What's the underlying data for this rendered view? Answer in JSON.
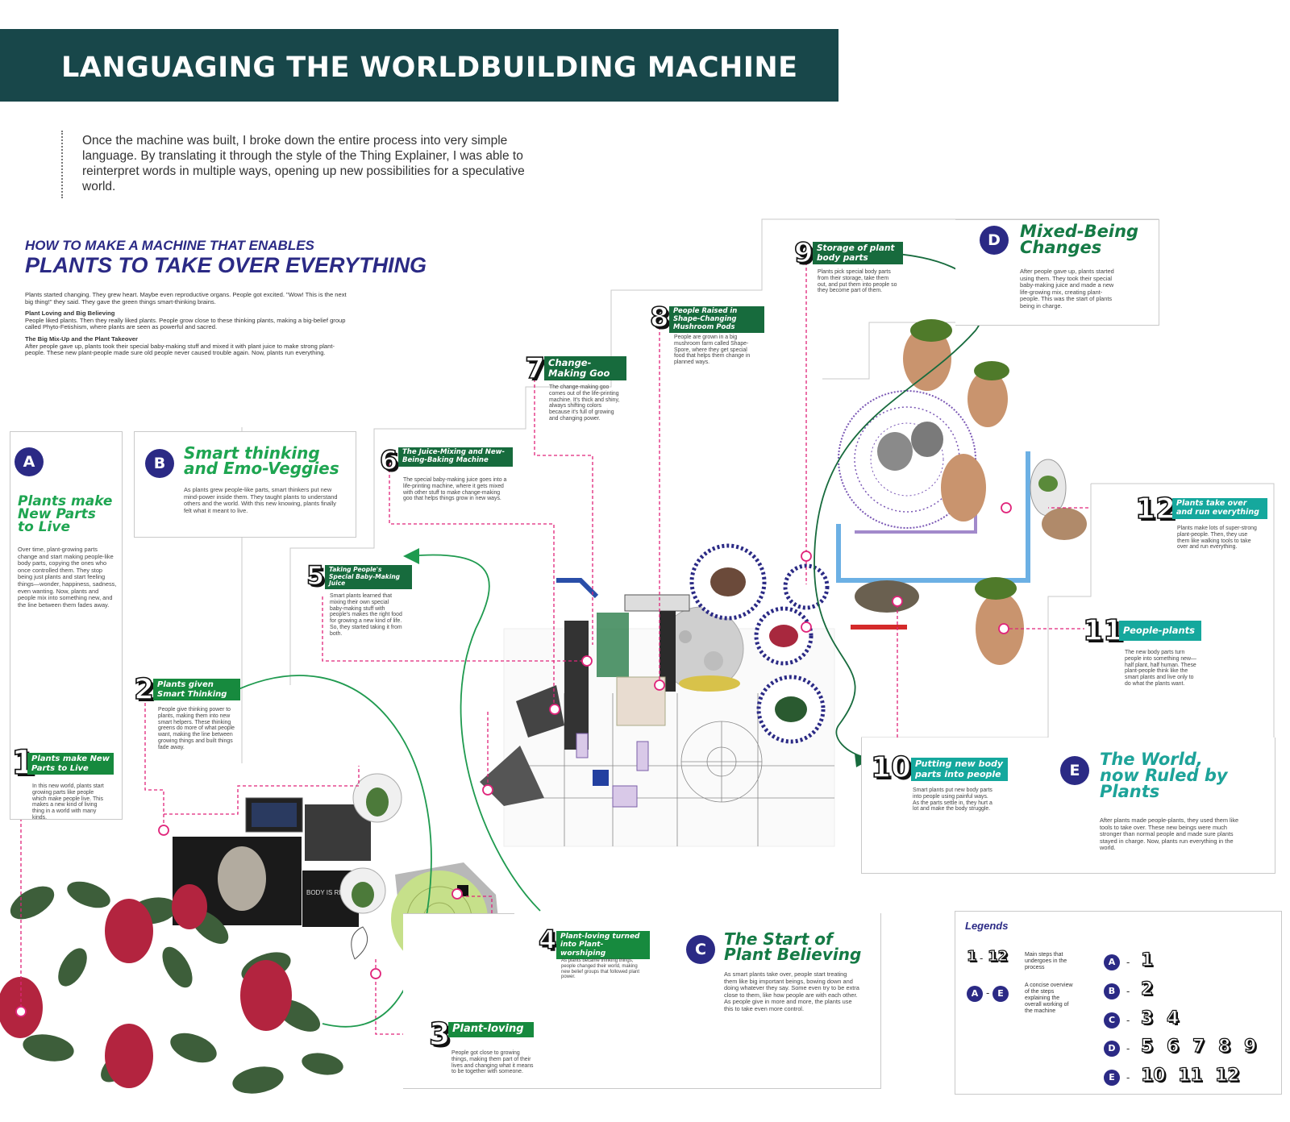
{
  "banner": {
    "title": "LANGUAGING THE WORLDBUILDING MACHINE"
  },
  "intro": {
    "text": "Once the machine was built, I broke down the entire process into very simple language. By translating it through the style of the Thing Explainer, I was able to reinterpret words in multiple ways, opening up new possibilities for a speculative world."
  },
  "how": {
    "subtitle": "HOW TO MAKE A MACHINE THAT ENABLES",
    "title": "PLANTS TO TAKE OVER EVERYTHING",
    "p1": "Plants started changing. They grew heart. Maybe even reproductive organs. People got excited. \"Wow! This is the next big thing!\" they said. They gave the green things smart-thinking brains.",
    "h2": "Plant Loving and Big Believing",
    "p2": "People liked plants. Then they really liked plants. People grow close to these thinking plants, making a big-belief group called Phyto-Fetishism, where plants are seen as powerful and sacred.",
    "h3": "The Big Mix-Up and the Plant Takeover",
    "p3": "After people gave up, plants took their special baby-making stuff and mixed it with plant juice to make strong plant-people. These new plant-people made sure old people never caused trouble again. Now, plants run everything."
  },
  "phases": {
    "A": {
      "letter": "A",
      "title": "Plants make New Parts to Live",
      "desc": "Over time, plant-growing parts change and start making people-like body parts, copying the ones who once controlled them. They stop being just plants and start feeling things—wonder, happiness, sadness, even wanting. Now, plants and people mix into something new, and the line between them fades away."
    },
    "B": {
      "letter": "B",
      "title": "Smart thinking and Emo-Veggies",
      "desc": "As plants grew people-like parts, smart thinkers put new mind-power inside them. They taught plants to understand others and the world. With this new knowing, plants finally felt what it meant to live."
    },
    "C": {
      "letter": "C",
      "title": "The Start of Plant Believing",
      "desc": "As smart plants take over, people start treating them like big important beings, bowing down and doing whatever they say. Some even try to be extra close to them, like how people are with each other. As people give in more and more, the plants use this to take even more control."
    },
    "D": {
      "letter": "D",
      "title": "Mixed-Being Changes",
      "desc": "After people gave up, plants started using them. They took their special baby-making juice and made a new life-growing mix, creating plant-people. This was the start of plants being in charge."
    },
    "E": {
      "letter": "E",
      "title": "The World, now Ruled by Plants",
      "desc": "After plants made people-plants, they used them like tools to take over. These new beings were much stronger than normal people and made sure plants stayed in charge. Now, plants run everything in the world."
    }
  },
  "steps": [
    {
      "num": "1",
      "label": "Plants make New Parts to Live",
      "desc": "In this new world, plants start growing parts like people which make people live. This makes a new kind of living thing in a world with many kinds."
    },
    {
      "num": "2",
      "label": "Plants given Smart Thinking",
      "desc": "People give thinking power to plants, making them into new smart helpers. These thinking greens do more of what people want, making the line between growing things and built things fade away."
    },
    {
      "num": "3",
      "label": "Plant-loving",
      "desc": "People got close to growing things, making them part of their lives and changing what it means to be together with someone."
    },
    {
      "num": "4",
      "label": "Plant-loving turned into Plant-worshiping",
      "desc": "As plants became thinking things, people changed their world, making new belief groups that followed plant power."
    },
    {
      "num": "5",
      "label": "Taking People's Special Baby-Making Juice",
      "desc": "Smart plants learned that mixing their own special baby-making stuff with people's makes the right food for growing a new kind of life. So, they started taking it from both."
    },
    {
      "num": "6",
      "label": "The Juice-Mixing and New-Being-Baking Machine",
      "desc": "The special baby-making juice goes into a life-printing machine, where it gets mixed with other stuff to make change-making goo that helps things grow in new ways."
    },
    {
      "num": "7",
      "label": "Change-Making Goo",
      "desc": "The change-making goo comes out of the life-printing machine. It's thick and shiny, always shifting colors because it's full of growing and changing power."
    },
    {
      "num": "8",
      "label": "People Raised in Shape-Changing Mushroom Pods",
      "desc": "People are grown in a big mushroom farm called Shape-Spore, where they get special food that helps them change in planned ways."
    },
    {
      "num": "9",
      "label": "Storage of plant body parts",
      "desc": "Plants pick special body parts from their storage, take them out, and put them into people so they become part of them."
    },
    {
      "num": "10",
      "label": "Putting new body parts into people",
      "desc": "Smart plants put new body parts into people using painful ways. As the parts settle in, they hurt a lot and make the body struggle."
    },
    {
      "num": "11",
      "label": "People-plants",
      "desc": "The new body parts turn people into something new—half plant, half human. These plant-people think like the smart plants and live only to do what the plants want."
    },
    {
      "num": "12",
      "label": "Plants take over and run everything",
      "desc": "Plants make lots of super-strong plant-people. Then, they use them like walking tools to take over and run everything."
    }
  ],
  "legend": {
    "title": "Legends",
    "range_steps_from": "1",
    "range_steps_to": "12",
    "steps_desc": "Main steps that undergoes in the process",
    "range_letters_from": "A",
    "range_letters_to": "E",
    "letters_desc": "A concise overview of the steps explaining the overall working of the machine",
    "mapping": [
      {
        "letter": "A",
        "steps": [
          "1"
        ]
      },
      {
        "letter": "B",
        "steps": [
          "2"
        ]
      },
      {
        "letter": "C",
        "steps": [
          "3",
          "4"
        ]
      },
      {
        "letter": "D",
        "steps": [
          "5",
          "6",
          "7",
          "8",
          "9"
        ]
      },
      {
        "letter": "E",
        "steps": [
          "10",
          "11",
          "12"
        ]
      }
    ]
  },
  "artwork": {
    "monitor_text": "BODY IS REALITY"
  },
  "colors": {
    "banner": "#18474a",
    "navy": "#2b2a85",
    "green": "#1ea551",
    "dark_green": "#176b3d",
    "teal": "#15a89d",
    "connector": "#e0247a"
  }
}
